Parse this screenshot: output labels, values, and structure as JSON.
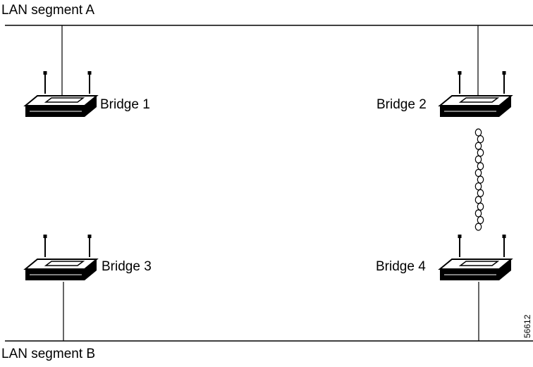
{
  "segments": {
    "a": {
      "label": "LAN segment A"
    },
    "b": {
      "label": "LAN segment B"
    }
  },
  "bridges": [
    {
      "id": "bridge-1",
      "label": "Bridge 1",
      "segment": "A"
    },
    {
      "id": "bridge-2",
      "label": "Bridge 2",
      "segment": "A"
    },
    {
      "id": "bridge-3",
      "label": "Bridge 3",
      "segment": "B"
    },
    {
      "id": "bridge-4",
      "label": "Bridge 4",
      "segment": "B"
    }
  ],
  "links": [
    {
      "from": "bridge-2",
      "to": "bridge-4",
      "type": "wireless"
    }
  ],
  "figure_number": "56612",
  "colors": {
    "line": "#000000",
    "background": "#ffffff"
  }
}
